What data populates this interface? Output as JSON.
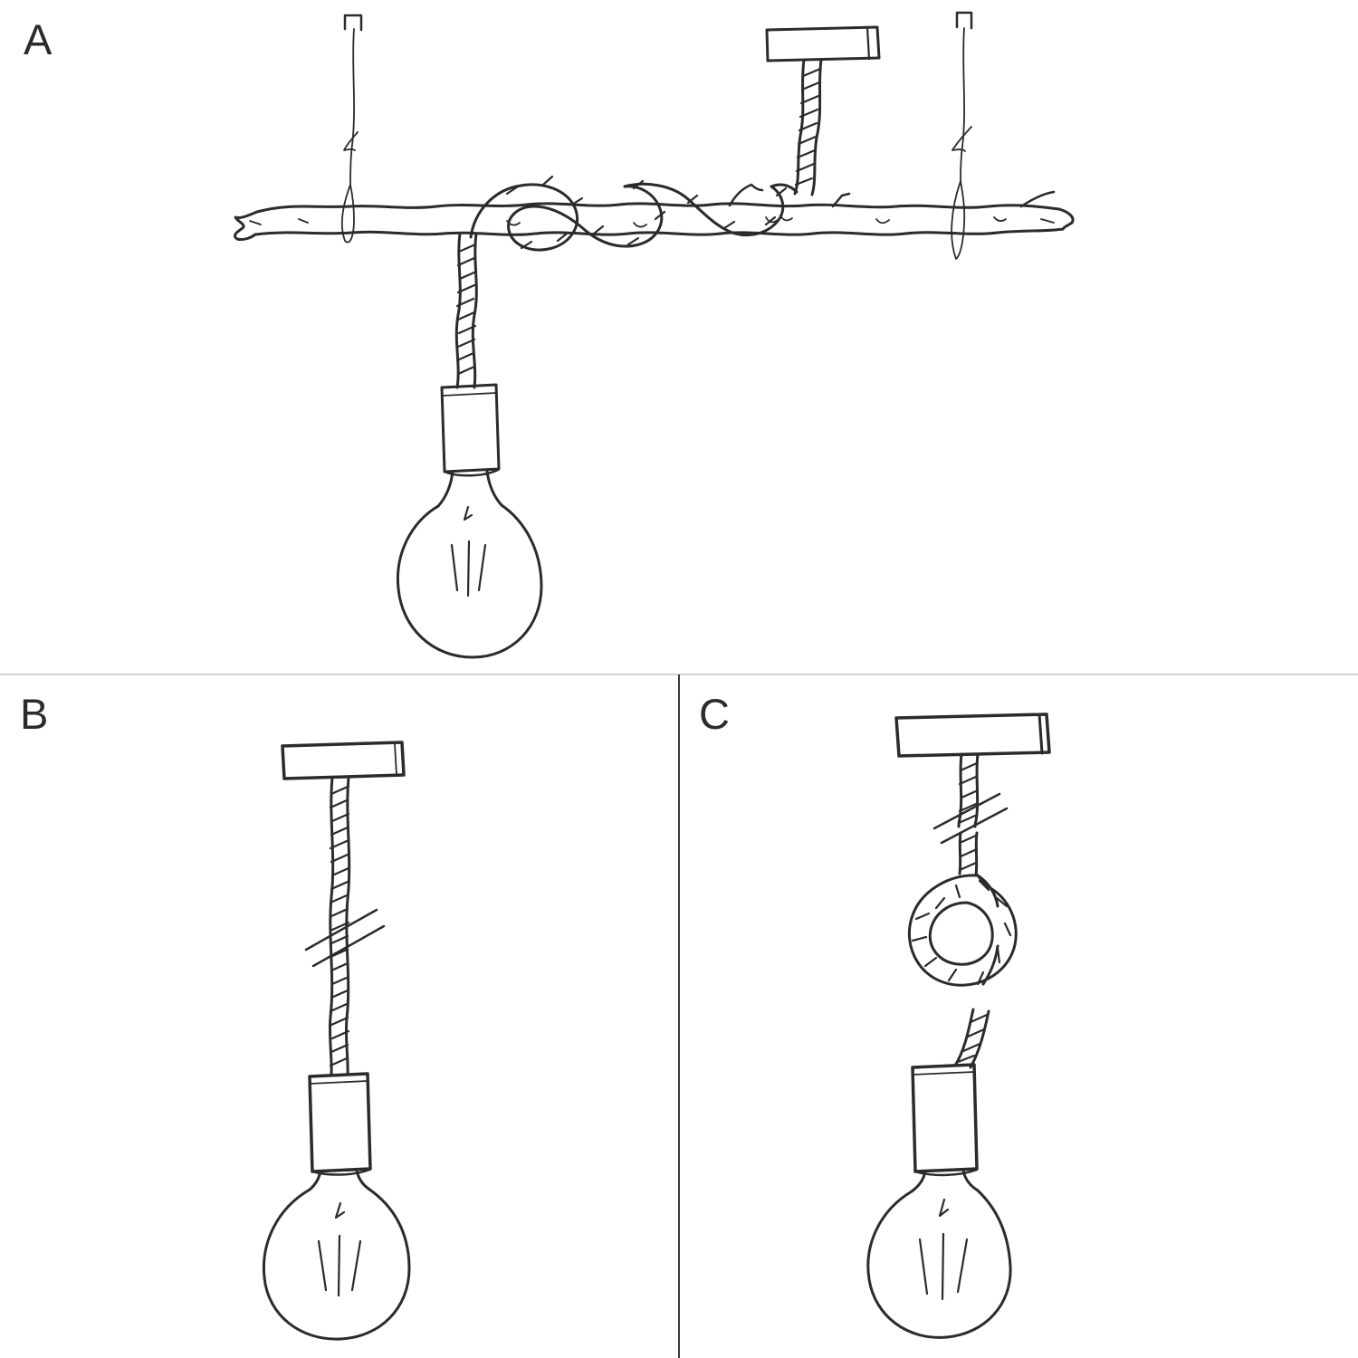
{
  "panels": {
    "a": {
      "label": "A"
    },
    "b": {
      "label": "B"
    },
    "c": {
      "label": "C"
    }
  },
  "colors": {
    "background": "#ffffff",
    "ink": "#2b2b2b",
    "divider_horizontal": "#d2d2d2",
    "divider_vertical": "#3a3a3a"
  }
}
